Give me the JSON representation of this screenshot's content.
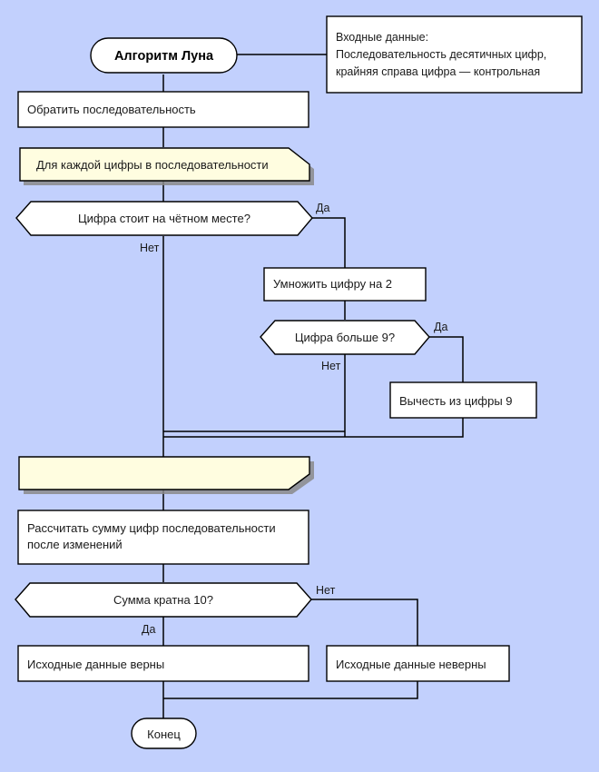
{
  "diagram": {
    "title": "Алгоритм Луна",
    "background_color": "#c2d0fd",
    "shape_fill_white": "#ffffff",
    "shape_fill_loop": "#fffde0",
    "stroke_color": "#000000"
  },
  "nodes": {
    "start": {
      "label": "Алгоритм Луна",
      "shape": "terminator"
    },
    "reverse": {
      "label": "Обратить последовательность",
      "shape": "process"
    },
    "loop_start": {
      "label": "Для каждой цифры в последовательности",
      "shape": "loop-start"
    },
    "decision_even": {
      "label": "Цифра стоит на чётном месте?",
      "shape": "decision"
    },
    "multiply": {
      "label": "Умножить цифру на 2",
      "shape": "process"
    },
    "decision_gt9": {
      "label": "Цифра больше 9?",
      "shape": "decision"
    },
    "subtract": {
      "label": "Вычесть из цифры 9",
      "shape": "process"
    },
    "loop_end": {
      "label": "",
      "shape": "loop-end"
    },
    "sum": {
      "label_line1": "Рассчитать сумму цифр последовательности",
      "label_line2": "после изменений",
      "shape": "process"
    },
    "decision_mod10": {
      "label": "Сумма кратна 10?",
      "shape": "decision"
    },
    "valid": {
      "label": "Исходные данные верны",
      "shape": "process"
    },
    "invalid": {
      "label": "Исходные данные неверны",
      "shape": "process"
    },
    "end": {
      "label": "Конец",
      "shape": "terminator"
    }
  },
  "note": {
    "line1": "Входные данные:",
    "line2": "Последовательность десятичных цифр,",
    "line3": "крайняя справа цифра — контрольная"
  },
  "edge_labels": {
    "even_yes": "Да",
    "even_no": "Нет",
    "gt9_yes": "Да",
    "gt9_no": "Нет",
    "mod10_yes": "Да",
    "mod10_no": "Нет"
  }
}
